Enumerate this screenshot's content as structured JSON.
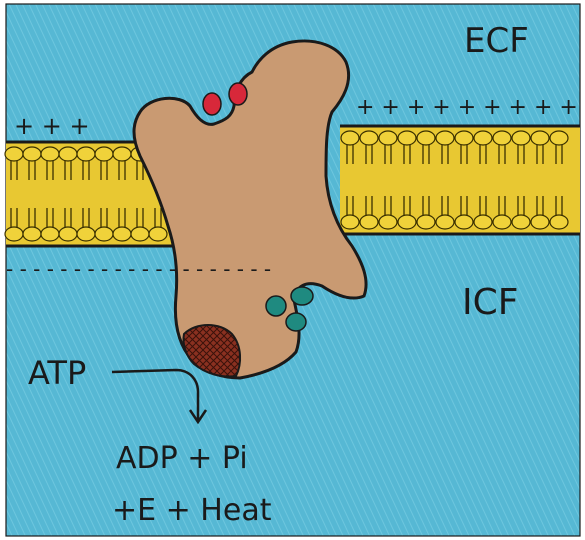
{
  "labels": {
    "ecf": "ECF",
    "icf": "ICF",
    "atp": "ATP",
    "products_line1": "ADP + Pi",
    "products_line2": "+E + Heat",
    "positive_charges_left": "+ + +",
    "positive_charges_right": "+ + + + + + + + +",
    "negative_charges": "- - - - - - - - - - - - - - - - - - - -"
  },
  "colors": {
    "fluid": "#56b8d4",
    "membrane": "#e8c832",
    "protein": "#c99a72",
    "sodium_ions": "#d7283a",
    "potassium_ions": "#1f8a80",
    "atp_binding_site": "#8a3020",
    "outline": "#1a1a1a"
  },
  "icons": {
    "pump": "protein-pump-icon",
    "sodium": "sodium-ion-icon",
    "potassium": "potassium-ion-icon",
    "arrow": "arrow-down-icon"
  }
}
